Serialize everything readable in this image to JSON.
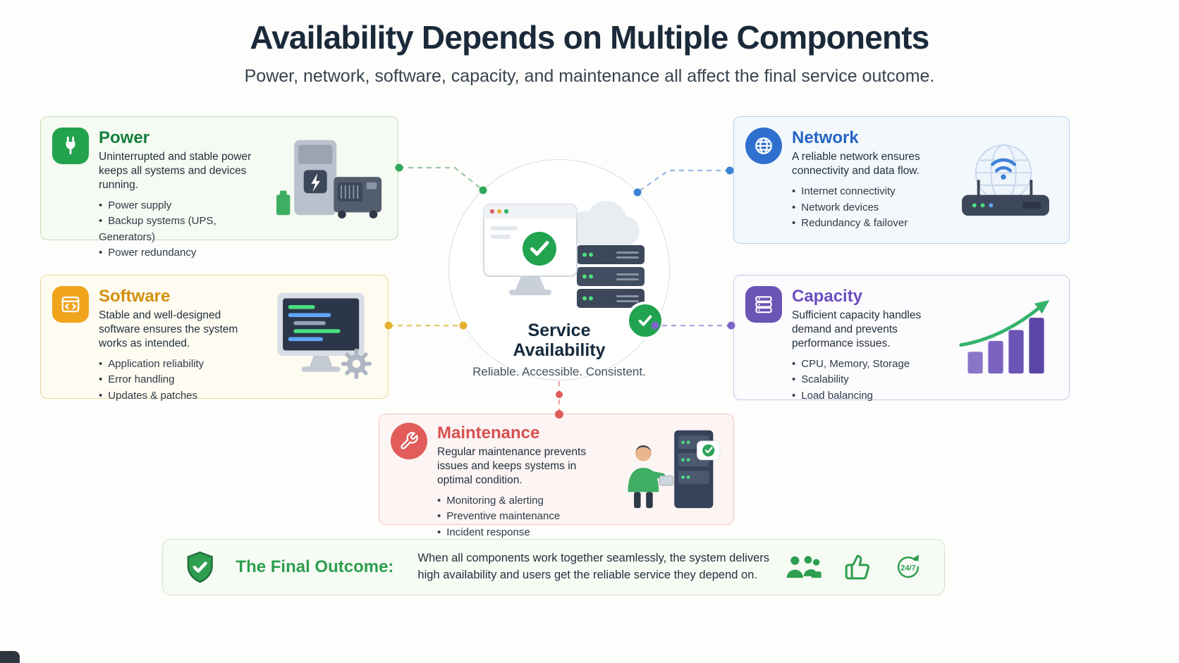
{
  "header": {
    "title": "Availability Depends on Multiple Components",
    "subtitle": "Power, network, software, capacity, and maintenance all affect the final service outcome."
  },
  "cards": {
    "power": {
      "title": "Power",
      "description": "Uninterrupted and stable power keeps all systems and devices running.",
      "bullets": [
        "Power supply",
        "Backup systems (UPS, Generators)",
        "Power redundancy"
      ],
      "icon": "plug-icon",
      "accent_color": "#23a24d"
    },
    "network": {
      "title": "Network",
      "description": "A reliable network ensures connectivity and data flow.",
      "bullets": [
        "Internet connectivity",
        "Network devices",
        "Redundancy & failover"
      ],
      "icon": "globe-icon",
      "accent_color": "#2f6fce"
    },
    "software": {
      "title": "Software",
      "description": "Stable and well-designed software ensures the system works as intended.",
      "bullets": [
        "Application reliability",
        "Error handling",
        "Updates & patches"
      ],
      "icon": "code-window-icon",
      "accent_color": "#f0a41c"
    },
    "capacity": {
      "title": "Capacity",
      "description": "Sufficient capacity handles demand and prevents performance issues.",
      "bullets": [
        "CPU, Memory, Storage",
        "Scalability",
        "Load balancing"
      ],
      "icon": "server-stack-icon",
      "accent_color": "#6a55b5"
    },
    "maintenance": {
      "title": "Maintenance",
      "description": "Regular maintenance prevents issues and keeps systems in optimal condition.",
      "bullets": [
        "Monitoring & alerting",
        "Preventive maintenance",
        "Incident response"
      ],
      "icon": "wrench-icon",
      "accent_color": "#e25c5c"
    }
  },
  "center": {
    "title": "Service Availability",
    "tagline": "Reliable. Accessible. Consistent."
  },
  "outcome": {
    "title": "The Final Outcome:",
    "description": "When all components work together seamlessly, the system delivers high availability and users get the reliable service they depend on.",
    "badge_label": "24/7",
    "icons": [
      "users-icon",
      "thumbs-up-icon",
      "24-7-cycle-icon"
    ],
    "accent_color": "#2e9e4f"
  }
}
